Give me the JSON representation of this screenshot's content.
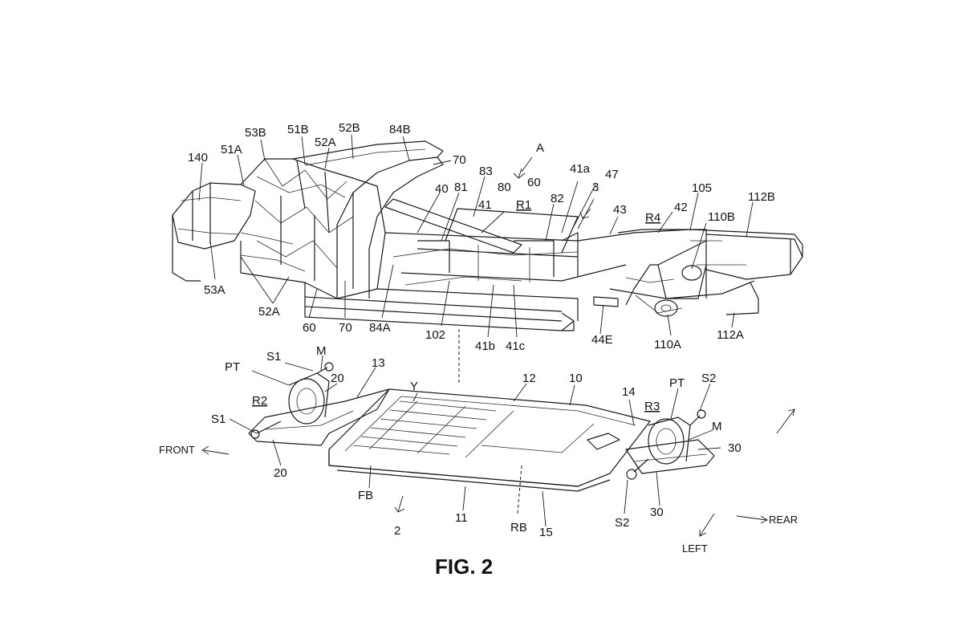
{
  "figure_title": "FIG. 2",
  "labels": {
    "l140": "140",
    "l53B": "53B",
    "l51A": "51A",
    "l51B": "51B",
    "l52A_top": "52A",
    "l52B": "52B",
    "l84B": "84B",
    "l70_top": "70",
    "lA": "A",
    "l83": "83",
    "l41a": "41a",
    "l60_top": "60",
    "l47": "47",
    "l40": "40",
    "l81": "81",
    "l80": "80",
    "l82": "82",
    "l3": "3",
    "l41": "41",
    "lR1": "R1",
    "l43": "43",
    "lR4": "R4",
    "l42": "42",
    "l105": "105",
    "l112B": "112B",
    "l110B": "110B",
    "l53A": "53A",
    "l52A_bottom": "52A",
    "l60_bottom": "60",
    "l70_bottom": "70",
    "l84A": "84A",
    "l102": "102",
    "l41b": "41b",
    "l41c": "41c",
    "l44E": "44E",
    "l110A": "110A",
    "l112A": "112A",
    "lS1_top": "S1",
    "lM_left": "M",
    "lPT_left": "PT",
    "l20_top": "20",
    "l13": "13",
    "lY": "Y",
    "l12": "12",
    "l10": "10",
    "l14": "14",
    "lPT_right": "PT",
    "lS2_top": "S2",
    "lR2": "R2",
    "lR3": "R3",
    "lS1_left": "S1",
    "lM_right": "M",
    "l30_top": "30",
    "l20_bottom": "20",
    "lFB": "FB",
    "l2": "2",
    "l11": "11",
    "lRB": "RB",
    "l15": "15",
    "lS2_bottom": "S2",
    "l30_bottom": "30",
    "lFRONT": "FRONT",
    "lREAR": "REAR",
    "lLEFT": "LEFT"
  }
}
